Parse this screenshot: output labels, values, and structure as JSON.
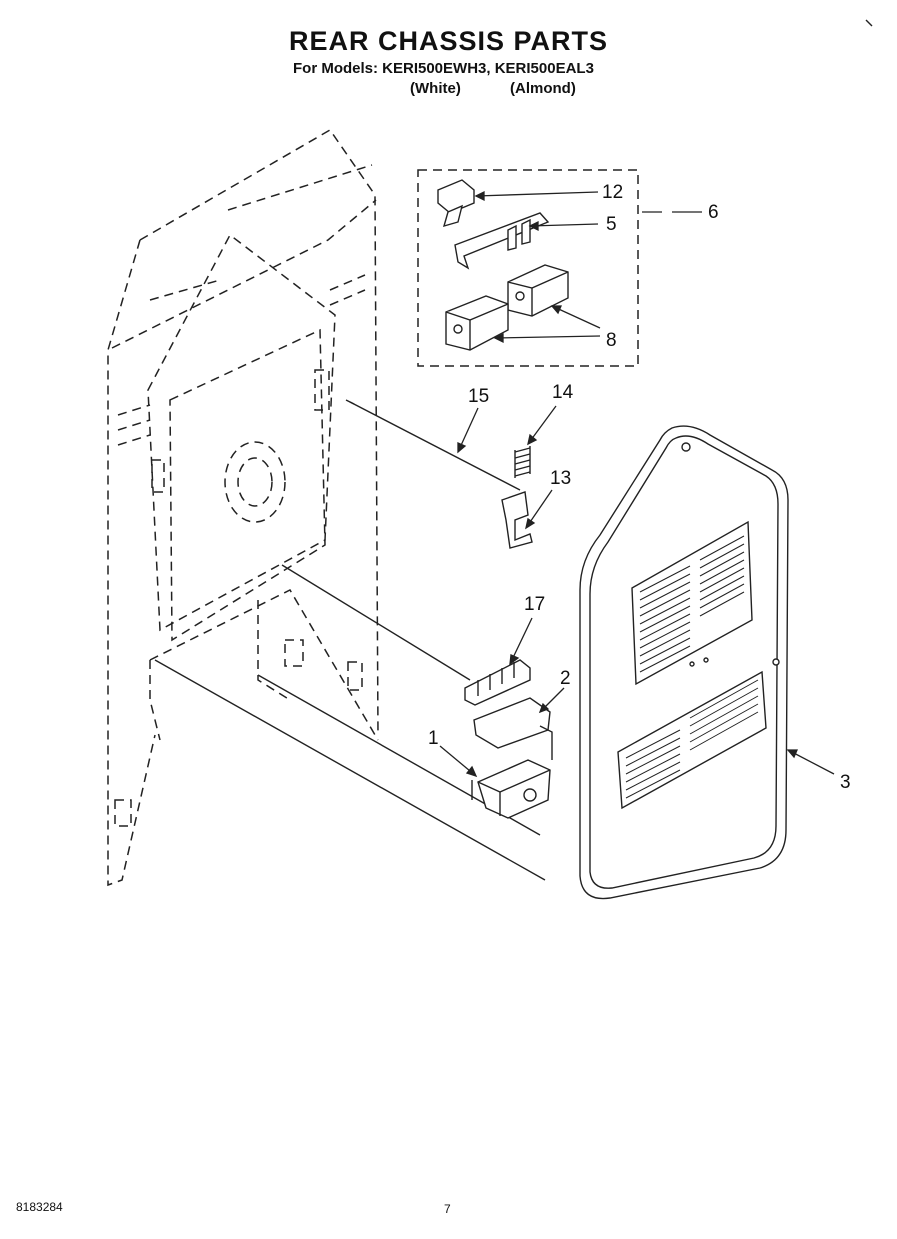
{
  "header": {
    "title": "REAR CHASSIS PARTS",
    "models_line": "For Models: KERI500EWH3, KERI500EAL3",
    "variant_white": "(White)",
    "variant_almond": "(Almond)"
  },
  "callouts": {
    "p1": "1",
    "p2": "2",
    "p3": "3",
    "p5": "5",
    "p6": "6",
    "p8": "8",
    "p12": "12",
    "p13": "13",
    "p14": "14",
    "p15": "15",
    "p17": "17"
  },
  "footer": {
    "doc_number": "8183284",
    "page_number": "7"
  }
}
